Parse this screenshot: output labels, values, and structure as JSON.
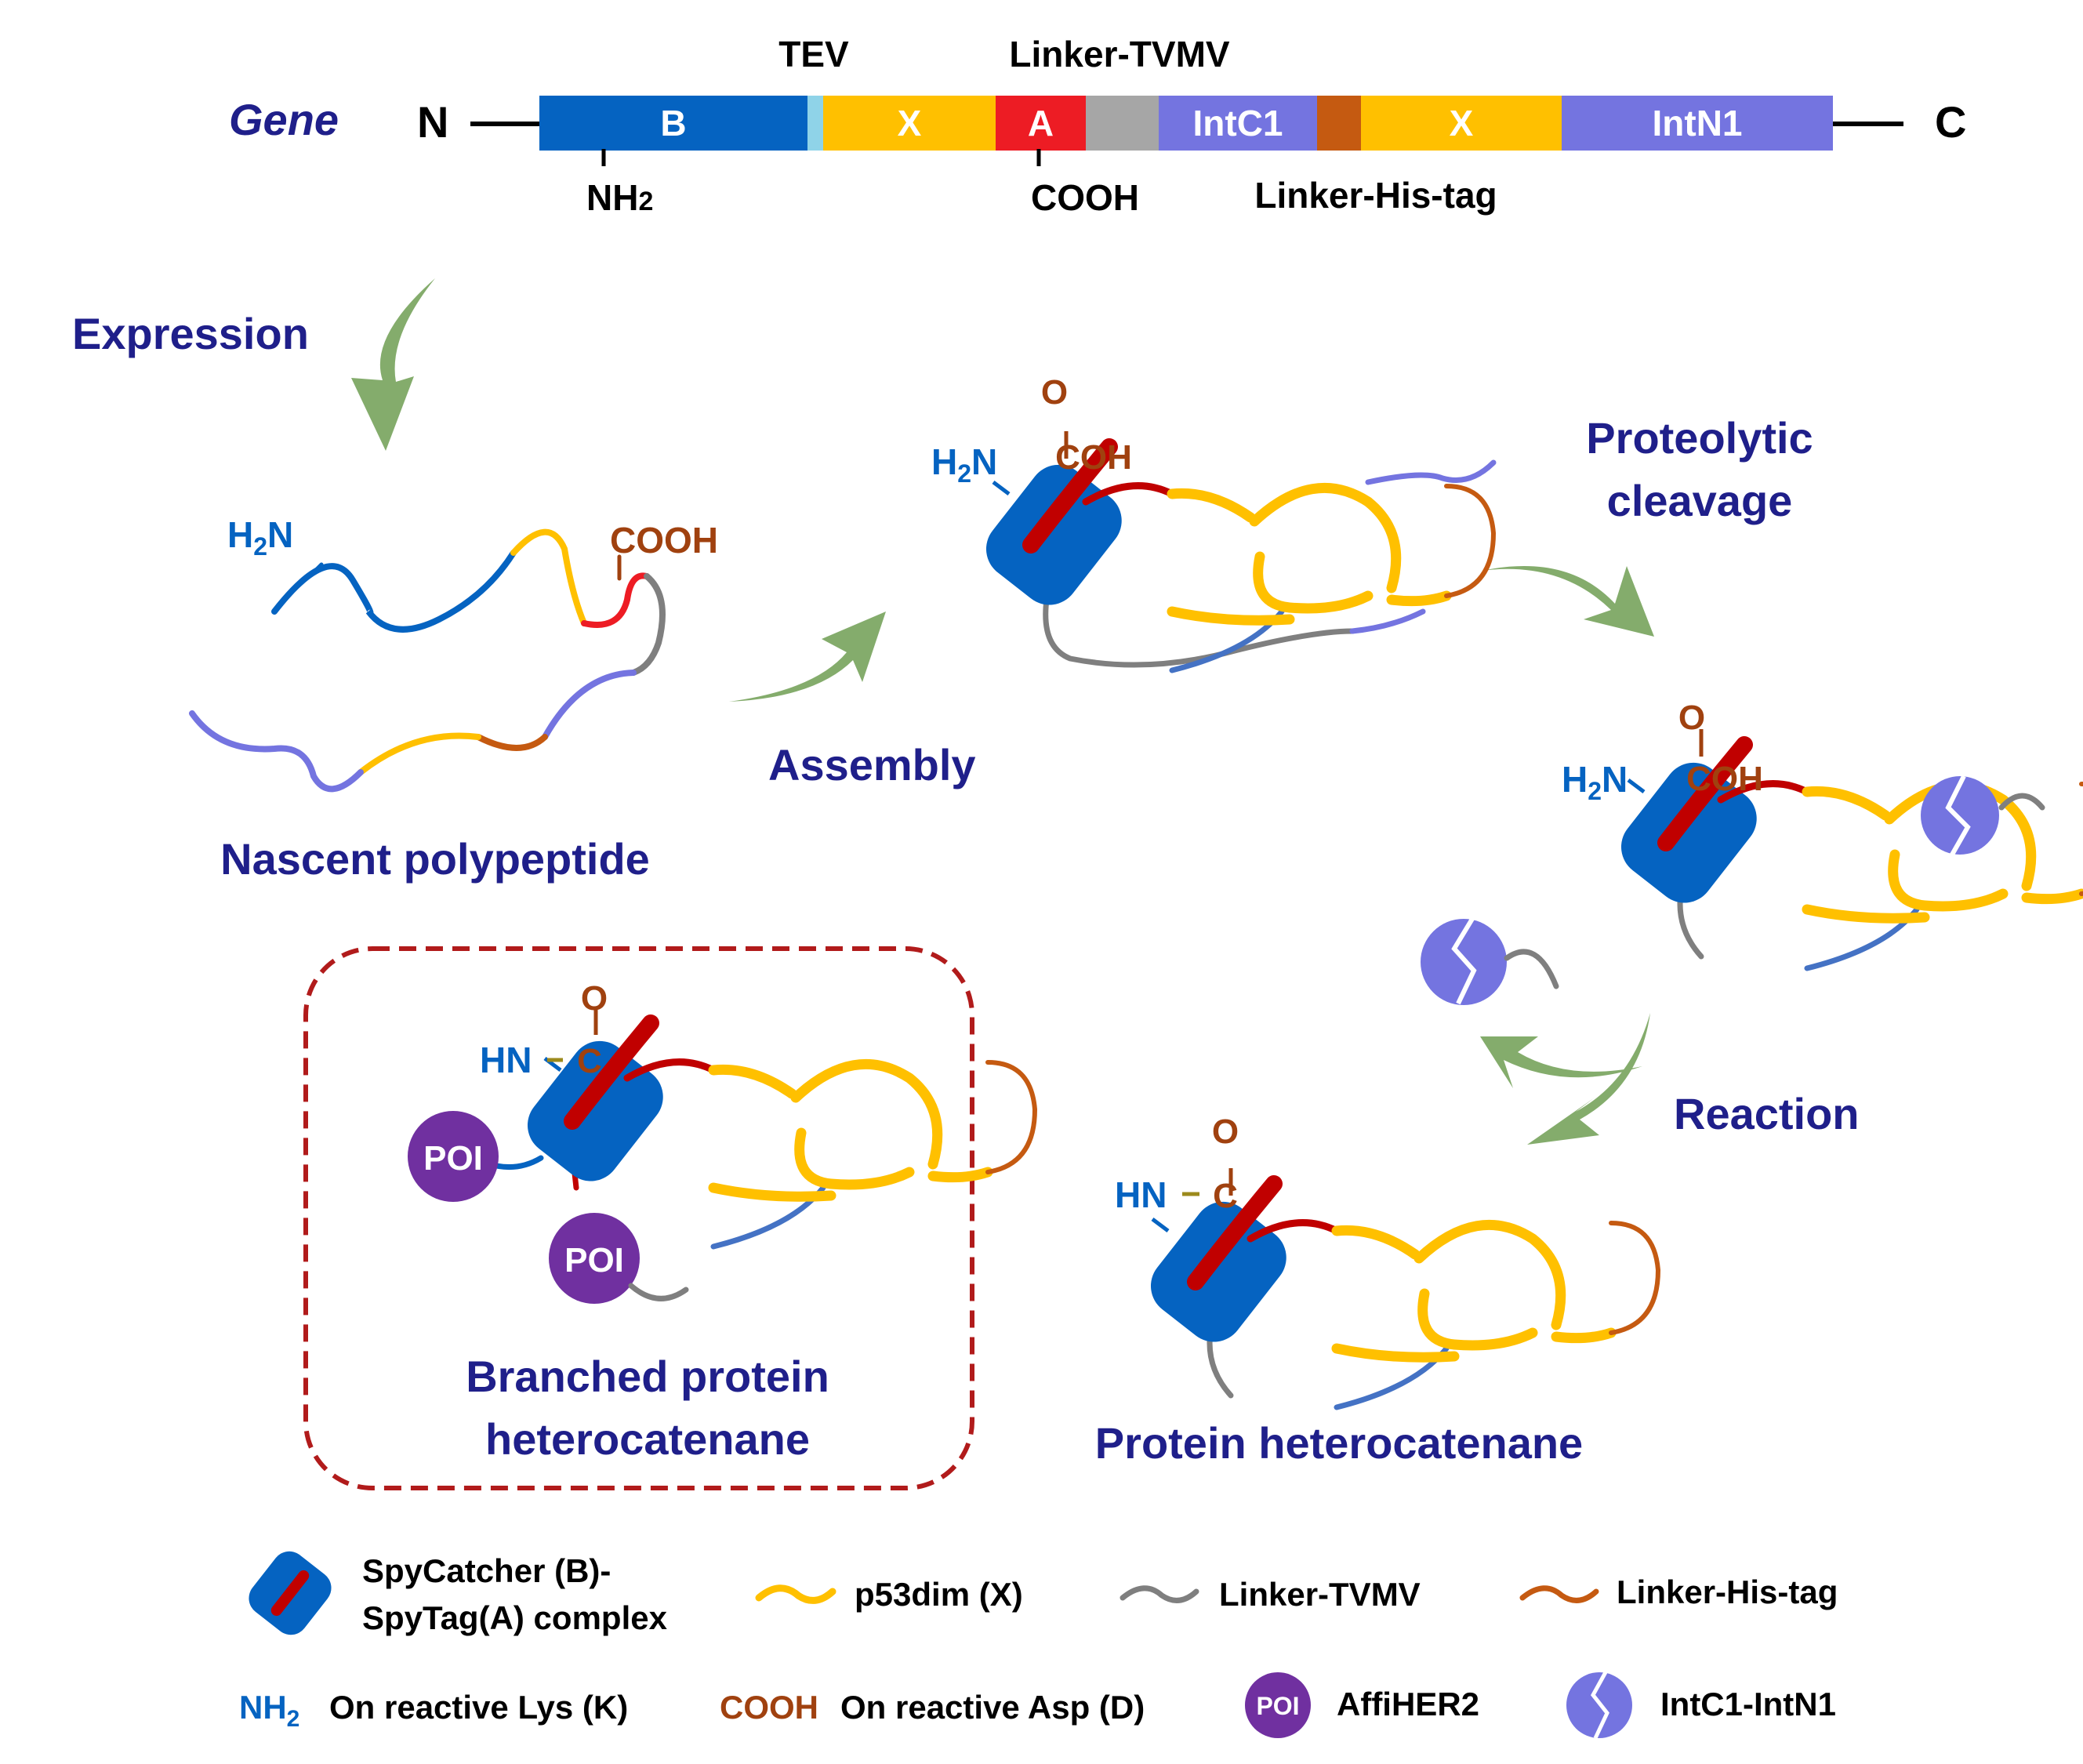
{
  "gene": {
    "label": "Gene",
    "n_term": "N",
    "c_term": "C",
    "segments": [
      {
        "label": "B",
        "color": "#0563c1"
      },
      {
        "label": "",
        "color": "#8fd3e8"
      },
      {
        "label": "X",
        "color": "#ffc000"
      },
      {
        "label": "A",
        "color": "#ed1c24"
      },
      {
        "label": "",
        "color": "#a6a6a6"
      },
      {
        "label": "IntC1",
        "color": "#7474e0"
      },
      {
        "label": "",
        "color": "#c55a11"
      },
      {
        "label": "X",
        "color": "#ffc000"
      },
      {
        "label": "IntN1",
        "color": "#7474e0"
      }
    ],
    "annotations": {
      "tev": "TEV",
      "linker_tvmv": "Linker-TVMV",
      "nh2": "NH2",
      "cooh": "COOH",
      "linker_his": "Linker-His-tag"
    }
  },
  "steps": {
    "expression": "Expression",
    "assembly": "Assembly",
    "proteolytic": [
      "Proteolytic",
      "cleavage"
    ],
    "reaction": "Reaction"
  },
  "structures": {
    "nascent": "Nascent polypeptide",
    "heterocatenane": "Protein heterocatenane",
    "branched": [
      "Branched protein",
      "heterocatenane"
    ]
  },
  "chem": {
    "h2n": "H2N",
    "cooh": "COOH",
    "o": "O",
    "coh": "COH",
    "hn": "HN",
    "c": "C",
    "poi": "POI"
  },
  "legend": {
    "spycatcher": [
      "SpyCatcher (B)-",
      "SpyTag(A) complex"
    ],
    "p53dim": "p53dim (X)",
    "linker_tvmv": "Linker-TVMV",
    "linker_his": "Linker-His-tag",
    "nh2_symbol": "NH2",
    "nh2_desc": "On reactive Lys (K)",
    "cooh_symbol": "COOH",
    "cooh_desc": "On reactive Asp (D)",
    "poi_symbol": "POI",
    "affiher2": "AffiHER2",
    "intc1_intn1": "IntC1-IntN1"
  },
  "colors": {
    "navy": "#1f1f8a",
    "blue": "#0563c1",
    "brown": "#a0410f",
    "yellow": "#ffc000",
    "red": "#c00000",
    "gray": "#7f7f7f",
    "orange": "#c55a11",
    "purple_intein": "#7474e0",
    "poi": "#7030a0",
    "arrow": "#84ac6c",
    "box": "#b11b1b"
  }
}
